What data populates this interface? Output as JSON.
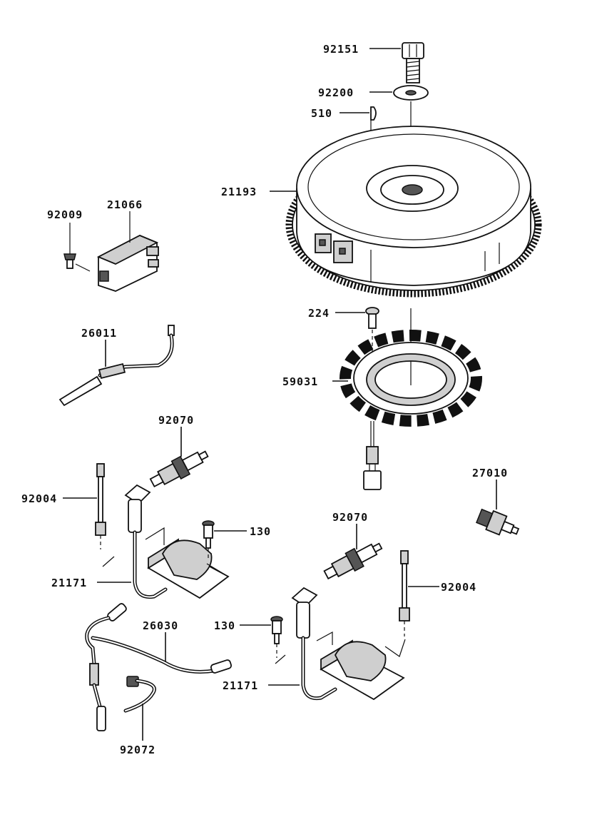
{
  "labels": {
    "p92151": "92151",
    "p92200": "92200",
    "p510": "510",
    "p21193": "21193",
    "p92009": "92009",
    "p21066": "21066",
    "p26011": "26011",
    "p224": "224",
    "p59031": "59031",
    "p92070a": "92070",
    "p92004a": "92004",
    "p130a": "130",
    "p27010": "27010",
    "p92070b": "92070",
    "p21171a": "21171",
    "p92004b": "92004",
    "p130b": "130",
    "p26030": "26030",
    "p21171b": "21171",
    "p92072": "92072"
  },
  "parts": [
    {
      "number": "92151",
      "name": "bolt-icon"
    },
    {
      "number": "92200",
      "name": "washer-icon"
    },
    {
      "number": "510",
      "name": "key-icon"
    },
    {
      "number": "21193",
      "name": "flywheel-icon"
    },
    {
      "number": "92009",
      "name": "screw-icon"
    },
    {
      "number": "21066",
      "name": "regulator-icon"
    },
    {
      "number": "26011",
      "name": "lead-wire-icon"
    },
    {
      "number": "224",
      "name": "stator-bolt-icon"
    },
    {
      "number": "59031",
      "name": "stator-icon"
    },
    {
      "number": "92070",
      "name": "spark-plug-icon"
    },
    {
      "number": "92004",
      "name": "stud-icon"
    },
    {
      "number": "130",
      "name": "flange-bolt-icon"
    },
    {
      "number": "27010",
      "name": "switch-icon"
    },
    {
      "number": "21171",
      "name": "ignition-coil-icon"
    },
    {
      "number": "26030",
      "name": "wire-harness-icon"
    },
    {
      "number": "92072",
      "name": "band-icon"
    }
  ]
}
